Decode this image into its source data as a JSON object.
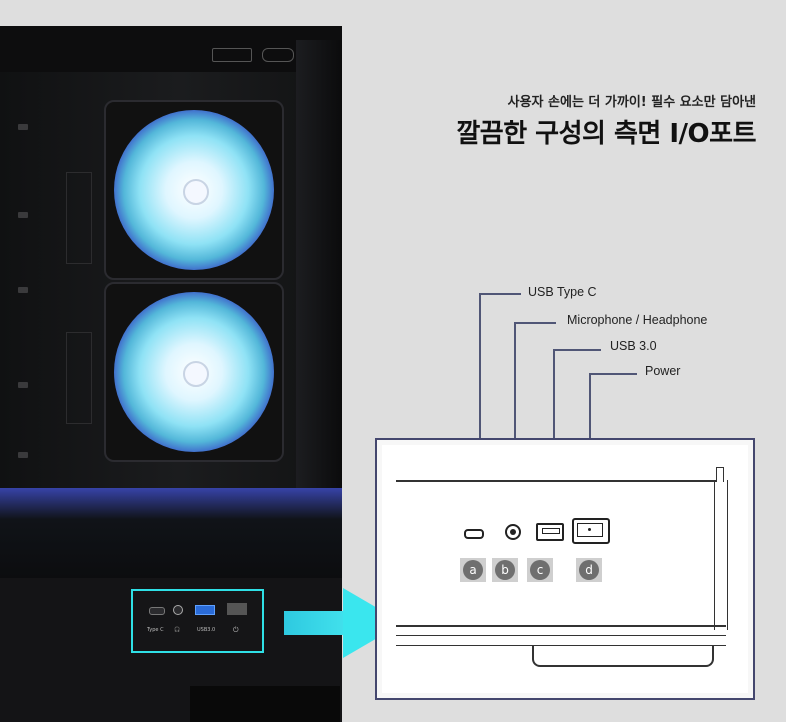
{
  "header": {
    "subtitle": "사용자 손에는 더 가까이!  필수 요소만 담아낸",
    "title": "깔끔한 구성의 측면 I/O포트"
  },
  "ports": [
    {
      "label": "USB Type C",
      "badge": "a",
      "icon": "usb-c-port-icon"
    },
    {
      "label": "Microphone / Headphone",
      "badge": "b",
      "icon": "audio-jack-icon"
    },
    {
      "label": "USB 3.0",
      "badge": "c",
      "icon": "usb-a-port-icon"
    },
    {
      "label": "Power",
      "badge": "d",
      "icon": "power-button-icon"
    }
  ],
  "case_io": {
    "label_typec": "Type C",
    "label_usb": "USB3.0"
  },
  "colors": {
    "highlight": "#2fe0e6",
    "fan_glow": "#8fe2f5",
    "frame": "#44476e"
  }
}
